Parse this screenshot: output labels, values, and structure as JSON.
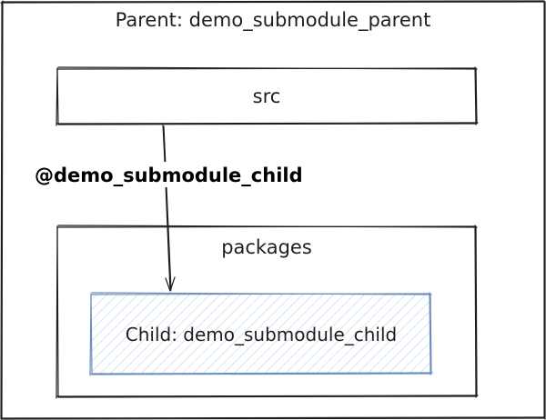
{
  "parent": {
    "title": "Parent: demo_submodule_parent"
  },
  "src": {
    "label": "src"
  },
  "edge": {
    "label": "@demo_submodule_child"
  },
  "packages": {
    "label": "packages"
  },
  "child": {
    "label": "Child: demo_submodule_child",
    "fill_color": "#dae8fc",
    "stroke_color": "#6c8ebf"
  }
}
